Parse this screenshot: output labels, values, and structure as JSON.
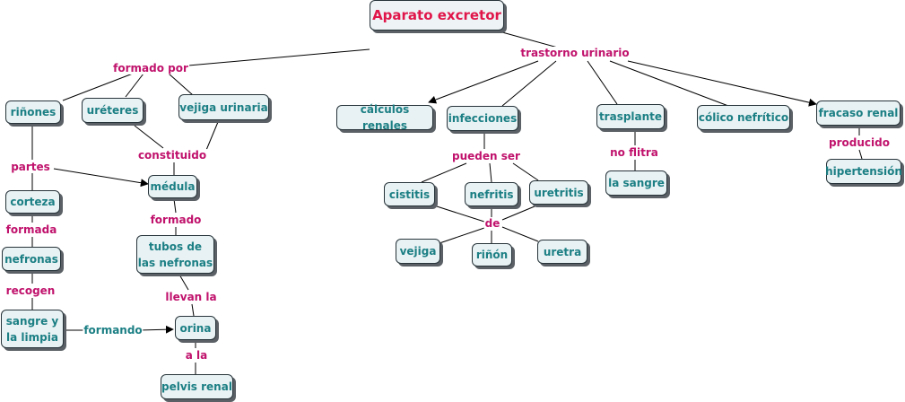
{
  "title": "Aparato excretor",
  "nodes": {
    "rinones": "riñones",
    "ureteres": "uréteres",
    "vejiga_urinaria": "vejiga urinaria",
    "corteza": "corteza",
    "nefronas": "nefronas",
    "sangre": "sangre y\nla limpia",
    "medula": "médula",
    "tubos": "tubos de\nlas nefronas",
    "orina": "orina",
    "pelvis": "pelvis renal",
    "calculos": "cálculos renales",
    "infecciones": "infecciones",
    "cistitis": "cistitis",
    "nefritis": "nefritis",
    "uretritis": "uretritis",
    "vejiga": "vejiga",
    "rinon": "riñón",
    "uretra": "uretra",
    "trasplante": "trasplante",
    "la_sangre": "la sangre",
    "colico": "cólico nefrítico",
    "fracaso": "fracaso renal",
    "hipertension": "hipertensión"
  },
  "links": {
    "formado_por": "formado por",
    "trastorno": "trastorno urinario",
    "partes": "partes",
    "constituido": "constituido",
    "formada": "formada",
    "formado": "formado",
    "recogen": "recogen",
    "llevan_la": "llevan la",
    "formando": "formando",
    "a_la": "a la",
    "pueden_ser": "pueden ser",
    "de": "de",
    "no_flitra": "no flitra",
    "producido": "producido"
  },
  "colors": {
    "link_text": "#c0126c",
    "node_text": "#1b7f84",
    "title_text": "#e0164a",
    "line": "#000000"
  }
}
